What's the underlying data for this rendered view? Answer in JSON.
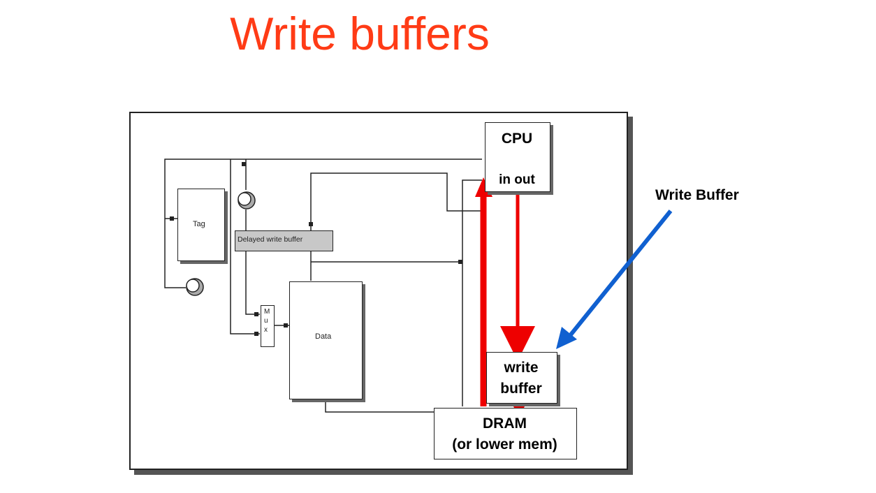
{
  "title": "Write buffers",
  "labels": {
    "cpu": "CPU",
    "cpu_ports": "in out",
    "write_buffer_line1": "write",
    "write_buffer_line2": "buffer",
    "dram_line1": "DRAM",
    "dram_line2": "(or lower mem)",
    "callout": "Write Buffer",
    "tag": "Tag",
    "data": "Data",
    "delayed_write_buffer": "Delayed write buffer",
    "mux": "M\nu\nx"
  },
  "colors": {
    "title": "#ff3b16",
    "cpu_path": "#ee0000",
    "callout_arrow": "#1060d0"
  }
}
